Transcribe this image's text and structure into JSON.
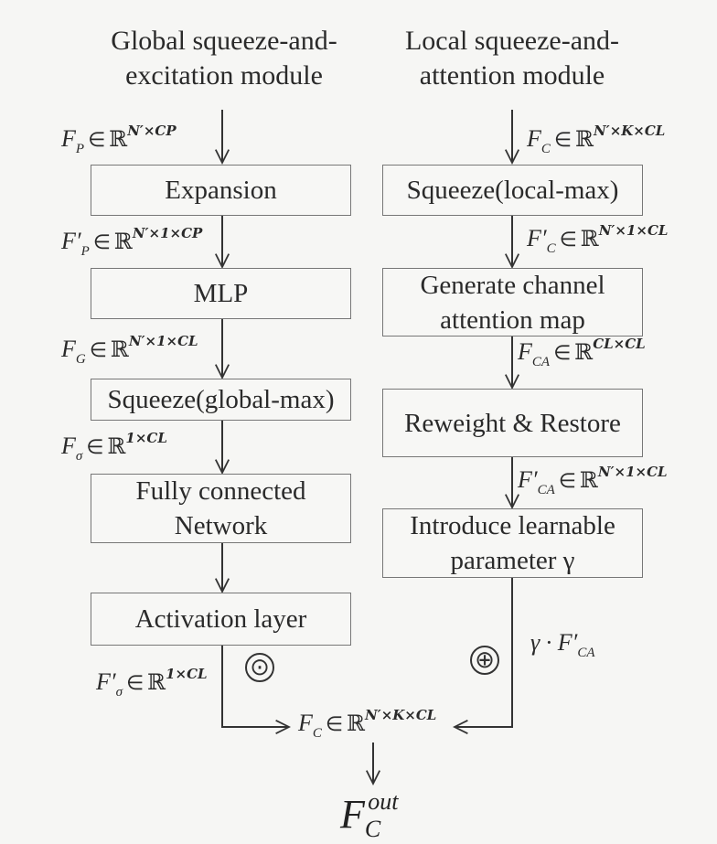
{
  "headings": {
    "global": [
      "Global squeeze-and-",
      "excitation module"
    ],
    "local": [
      "Local squeeze-and-",
      "attention module"
    ]
  },
  "global_boxes": [
    "Expansion",
    "MLP",
    "Squeeze(global-max)",
    "Fully connected Network",
    "Activation layer"
  ],
  "local_boxes": [
    "Squeeze(local-max)",
    "Generate channel attention map",
    "Reweight & Restore",
    "Introduce learnable parameter γ"
  ],
  "labels": {
    "fp": {
      "sym": "F",
      "sub": "P",
      "prime": "",
      "dims": "N′×C_P"
    },
    "fp_prime": {
      "sym": "F",
      "sub": "P",
      "prime": "′",
      "dims": "N′×1×C_P"
    },
    "fg": {
      "sym": "F",
      "sub": "G",
      "prime": "",
      "dims": "N′×1×C_L"
    },
    "fsigma": {
      "sym": "F",
      "sub": "σ",
      "prime": "",
      "dims": "1×C_L"
    },
    "fsigma_prime": {
      "sym": "F",
      "sub": "σ",
      "prime": "′",
      "dims": "1×C_L"
    },
    "fc": {
      "sym": "F",
      "sub": "C",
      "prime": "",
      "dims": "N′×K×C_L"
    },
    "fc_prime": {
      "sym": "F",
      "sub": "C",
      "prime": "′",
      "dims": "N′×1×C_L"
    },
    "fca": {
      "sym": "F",
      "sub": "CA",
      "prime": "",
      "dims": "C_L×C_L"
    },
    "fca_prime": {
      "sym": "F",
      "sub": "CA",
      "prime": "′",
      "dims": "N′×1×C_L"
    },
    "gamma_term": {
      "sym": "γ · F",
      "sub": "CA",
      "prime": "′",
      "dims": ""
    },
    "fc_merge": {
      "sym": "F",
      "sub": "C",
      "prime": "",
      "dims": "N′×K×C_L"
    }
  },
  "set_symbol": "ℝ",
  "in_symbol": "∈",
  "operators": {
    "dot": "⊙",
    "plus": "⊕"
  },
  "output": {
    "sym": "F",
    "sub": "C",
    "sup": "out"
  }
}
